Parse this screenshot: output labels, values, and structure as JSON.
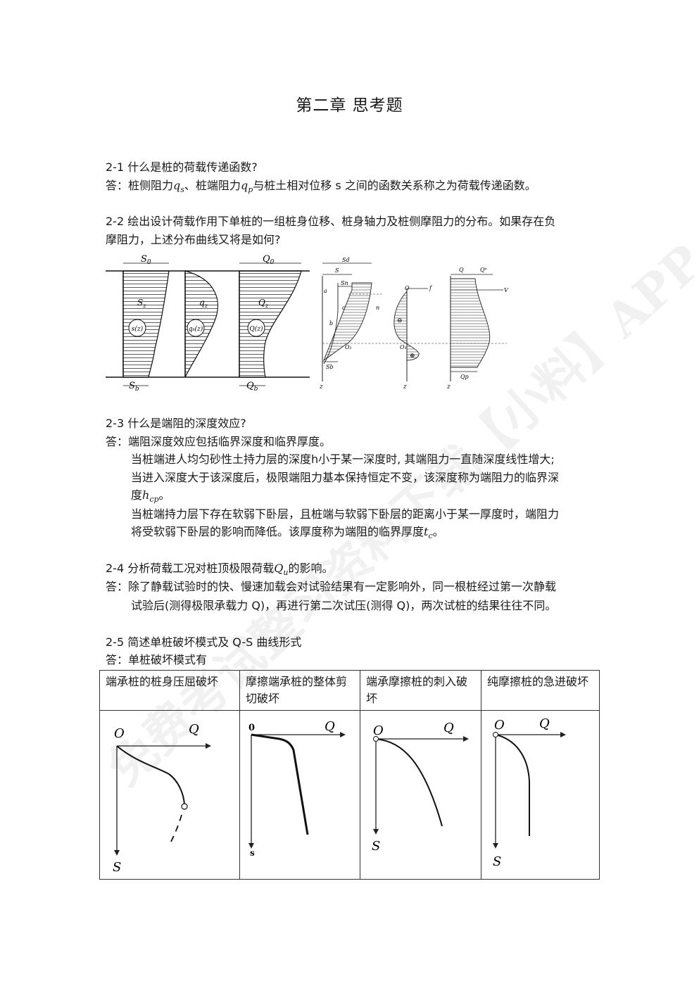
{
  "title": "第二章 思考题",
  "q1": {
    "question": "2-1 什么是桩的荷载传递函数?",
    "answer_prefix": "答：桩侧阻力",
    "qs": "q",
    "qs_sub": "s",
    "mid1": "、桩端阻力",
    "qp": "q",
    "qp_sub": "p",
    "answer_suffix": "与桩土相对位移 s 之间的函数关系称之为荷载传递函数。"
  },
  "q2": {
    "question_line1": "2-2 绘出设计荷载作用下单桩的一组桩身位移、桩身轴力及桩侧摩阻力的分布。如果存在负",
    "question_line2": "摩阻力，上述分布曲线又将是如何?",
    "left_figure": {
      "s0": "S",
      "s0_sub": "0",
      "sz": "S",
      "sz_sub": "z",
      "sz_circle": "s(z)",
      "sb": "S",
      "sb_sub": "b",
      "qz": "q",
      "qz_sub": "z",
      "qs_circle": "q",
      "q0": "Q",
      "q0_sub": "0",
      "qz2": "Q",
      "qz2_sub": "z",
      "qz_circle": "Q(z)",
      "qb": "Q",
      "qb_sub": "b"
    },
    "right_figure": {
      "sd": "Sd",
      "s": "S",
      "sn": "Sn",
      "sb": "Sb",
      "a": "a",
      "b": "b",
      "c": "c",
      "n": "n",
      "o": "O",
      "f": "f",
      "o1": "O₁",
      "o1b": "O₁",
      "z1": "z",
      "z2": "z",
      "z3": "z",
      "q": "Q",
      "qn": "Qⁿ",
      "v": "V",
      "qp": "Qp",
      "minus": "⊖",
      "plus": "⊕"
    }
  },
  "q3": {
    "question": "2-3 什么是端阻的深度效应?",
    "answer_line1": "答：端阻深度效应包括临界深度和临界厚度。",
    "para1_line1": "当桩端进人均匀砂性土持力层的深度h小于某一深度时, 其端阻力一直随深度线性增大;",
    "para1_line2": "当进入深度大于该深度后，极限端阻力基本保持恒定不变，该深度称为端阻力的临界深",
    "para1_line3_prefix": "度",
    "hcp": "h",
    "hcp_sub": "cp",
    "para1_line3_suffix": "。",
    "para2_line1": "当桩端持力层下存在软弱下卧层，且桩端与软弱下卧层的距离小于某一厚度时，端阻力",
    "para2_line2_prefix": "将受软弱下卧层的影响而降低。该厚度称为端阻的临界厚度",
    "tc": "t",
    "tc_sub": "c",
    "para2_line2_suffix": "。"
  },
  "q4": {
    "question_prefix": "2-4 分析荷载工况对桩顶极限荷载",
    "qu": "Q",
    "qu_sub": "u",
    "question_suffix": "的影响。",
    "answer_line1": "答：除了静载试验时的快、慢速加载会对试验结果有一定影响外，同一根桩经过第一次静载",
    "answer_line2": "试验后(测得极限承载力 Q)，再进行第二次试压(测得 Q)，两次试桩的结果往往不同。"
  },
  "q5": {
    "question": "2-5 简述单桩破坏模式及 Q-S 曲线形式",
    "answer": "答：单桩破坏模式有",
    "table_headers": [
      "端承桩的桩身压屈破坏",
      "摩擦端承桩的整体剪切破坏",
      "端承摩擦桩的刺入破坏",
      "纯摩擦桩的急进破坏"
    ],
    "axis_labels": [
      {
        "origin": "O",
        "x": "Q",
        "y": "S"
      },
      {
        "origin": "0",
        "x": "Q",
        "y": "s"
      },
      {
        "origin": "O",
        "x": "Q",
        "y": "S"
      },
      {
        "origin": "O",
        "x": "Q",
        "y": "S"
      }
    ]
  },
  "watermark": "免费考试整习资料下载【小料】APP"
}
